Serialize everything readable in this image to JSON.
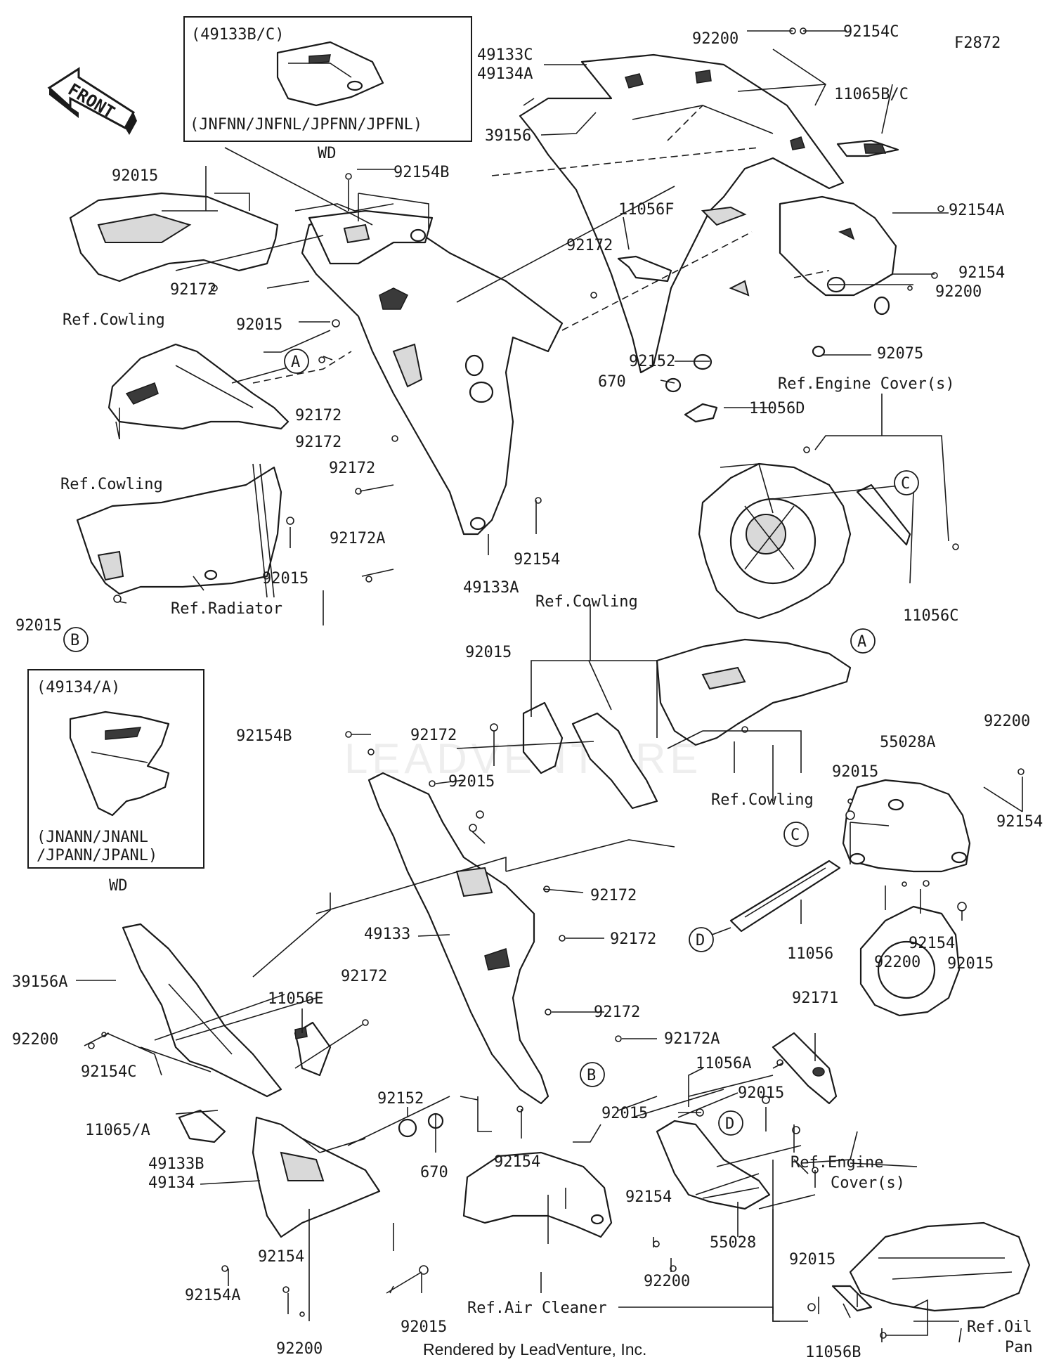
{
  "figure_code": "F2872",
  "front_label": "FRONT",
  "footer": "Rendered by LeadVenture, Inc.",
  "watermark": "LEADVENTURE",
  "insets": {
    "top": {
      "part": "(49133B/C)",
      "models": "(JNFNN/JNFNL/JPFNN/JPFNL)",
      "variant": "WD"
    },
    "bottom": {
      "part": "(49134/A)",
      "models_line1": "(JNANN/JNANL",
      "models_line2": "/JPANN/JPANL)",
      "variant": "WD"
    }
  },
  "callout_letters": [
    "A",
    "B",
    "C",
    "D"
  ],
  "labels": [
    "92200",
    "92154C",
    "49133C",
    "49134A",
    "11065B/C",
    "39156",
    "92015",
    "92154B",
    "11056F",
    "92172",
    "92154A",
    "92154",
    "92200",
    "Ref.Cowling",
    "92172",
    "92015",
    "92152",
    "670",
    "92075",
    "Ref.Engine Cover(s)",
    "11056D",
    "92172",
    "92172",
    "Ref.Cowling",
    "92172",
    "92172A",
    "92154",
    "49133A",
    "11056C",
    "92015",
    "Ref.Radiator",
    "92015",
    "Ref.Cowling",
    "92015",
    "92154B",
    "92172",
    "92015",
    "Ref.Cowling",
    "92200",
    "55028A",
    "92015",
    "92154",
    "92172",
    "49133",
    "92172",
    "11056",
    "92154",
    "92200",
    "92015",
    "39156A",
    "92172",
    "11056E",
    "92200",
    "92154C",
    "92172",
    "92172A",
    "92171",
    "11056A",
    "92152",
    "92015",
    "92015",
    "11065/A",
    "670",
    "Ref.Engine",
    "Cover(s)",
    "49133B",
    "49134",
    "92154",
    "92154",
    "55028",
    "92154",
    "92200",
    "92154A",
    "Ref.Air Cleaner",
    "92015",
    "92015",
    "Ref.Oil",
    "Pan",
    "92200",
    "11056B"
  ]
}
